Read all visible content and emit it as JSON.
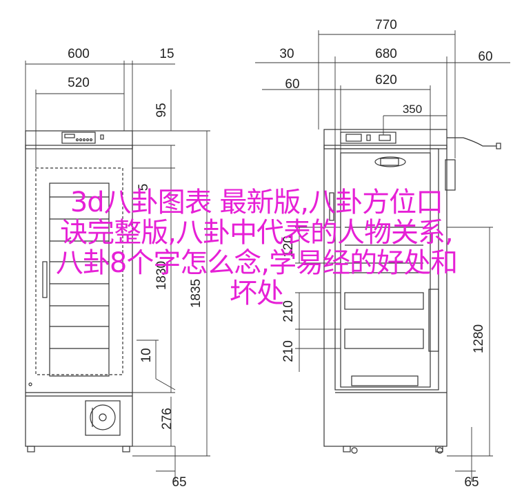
{
  "overlay": {
    "lines": [
      "3d八卦图表 最新版,八卦方位口",
      "诀完整版,八卦中代表的人物关系,",
      "八卦8个字怎么念,学易经的好处和",
      "坏处"
    ]
  },
  "colors": {
    "overlay_text": "#e620d6",
    "line": "#333333"
  },
  "front_view": {
    "dims": {
      "w600": "600",
      "w15": "15",
      "w520": "520",
      "h95": "95",
      "h5": "5",
      "h1830": "1830",
      "h1835": "1835",
      "h10": "10",
      "h276": "276",
      "b65": "65"
    }
  },
  "side_view": {
    "dims": {
      "w770": "770",
      "w30": "30",
      "w680": "680",
      "w60r": "60",
      "w60l": "60",
      "w620": "620",
      "w350": "350",
      "h120": "120",
      "h210a": "210",
      "h210b": "210",
      "h1280": "1280",
      "b65": "65"
    }
  }
}
